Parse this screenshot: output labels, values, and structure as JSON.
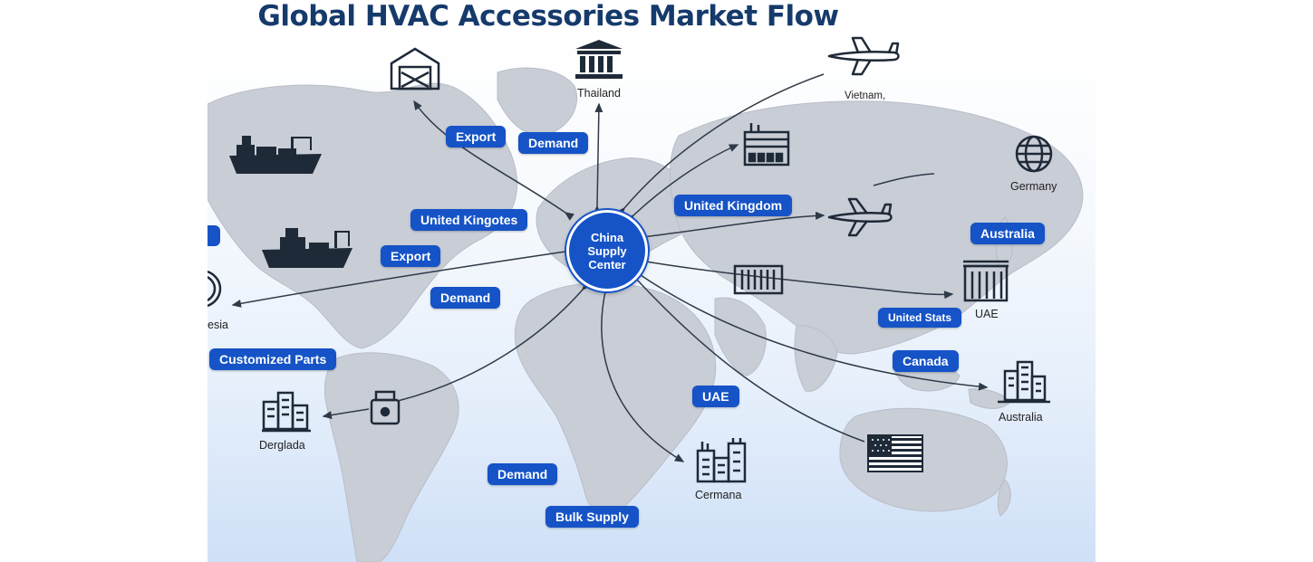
{
  "title": "Global HVAC Accessories Market Flow",
  "center": {
    "label": "China Supply Center"
  },
  "flow_labels": {
    "export_top": "Export",
    "demand_top": "Demand",
    "united_kingotes": "United Kingotes",
    "export_mid": "Export",
    "demand_mid": "Demand",
    "customized_parts": "Customized Parts",
    "demand_bottom": "Demand",
    "bulk_supply": "Bulk Supply",
    "united_kingdom": "United Kingdom",
    "australia_pill": "Australia",
    "united_stats": "United Stats",
    "canada": "Canada",
    "uae_pill": "UAE"
  },
  "locations": {
    "thailand": "Thailand",
    "vietnam": "Vietnam,",
    "germany": "Germany",
    "uae": "UAE",
    "australia": "Australia",
    "cermana": "Cermana",
    "derglada": "Derglada",
    "esia": "esia"
  },
  "icons": {
    "warehouse": "warehouse-icon",
    "museum": "bank-building-icon",
    "airplane": "airplane-icon",
    "factory": "factory-icon",
    "globe": "globe-icon",
    "ship": "cargo-ship-icon",
    "container": "shipping-container-icon",
    "office": "office-building-icon",
    "flag": "us-flag-icon",
    "part": "hvac-part-icon"
  },
  "colors": {
    "accent": "#1553c7",
    "title": "#153a6b",
    "land": "#c9cdd6",
    "arrow": "#3a4656"
  }
}
